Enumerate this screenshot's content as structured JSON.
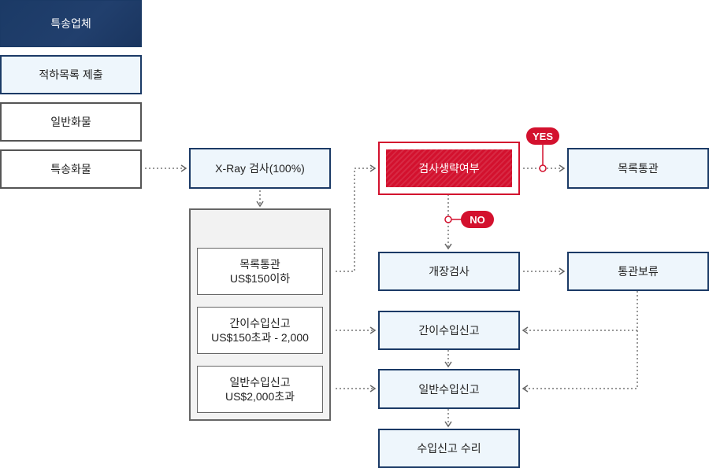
{
  "left_column": {
    "header": "특송업체",
    "submit": "적하목록 제출",
    "general_cargo": "일반화물",
    "express_cargo": "특송화물"
  },
  "xray": "X-Ray 검사(100%)",
  "categories": [
    {
      "line1": "목록통관",
      "line2": "US$150이하"
    },
    {
      "line1": "간이수입신고",
      "line2": "US$150초과 - 2,000"
    },
    {
      "line1": "일반수입신고",
      "line2": "US$2,000초과"
    }
  ],
  "decision": "검사생략여부",
  "yes": "YES",
  "no": "NO",
  "list_clearance": "목록통관",
  "open_inspection": "개장검사",
  "clearance_hold": "통관보류",
  "simple_import": "간이수입신고",
  "general_import": "일반수입신고",
  "accepted": "수입신고 수리",
  "colors": {
    "navy": "#1b3a66",
    "light_blue": "#eef6fc",
    "red": "#d3112e",
    "panel_gray": "#f2f2f2"
  }
}
